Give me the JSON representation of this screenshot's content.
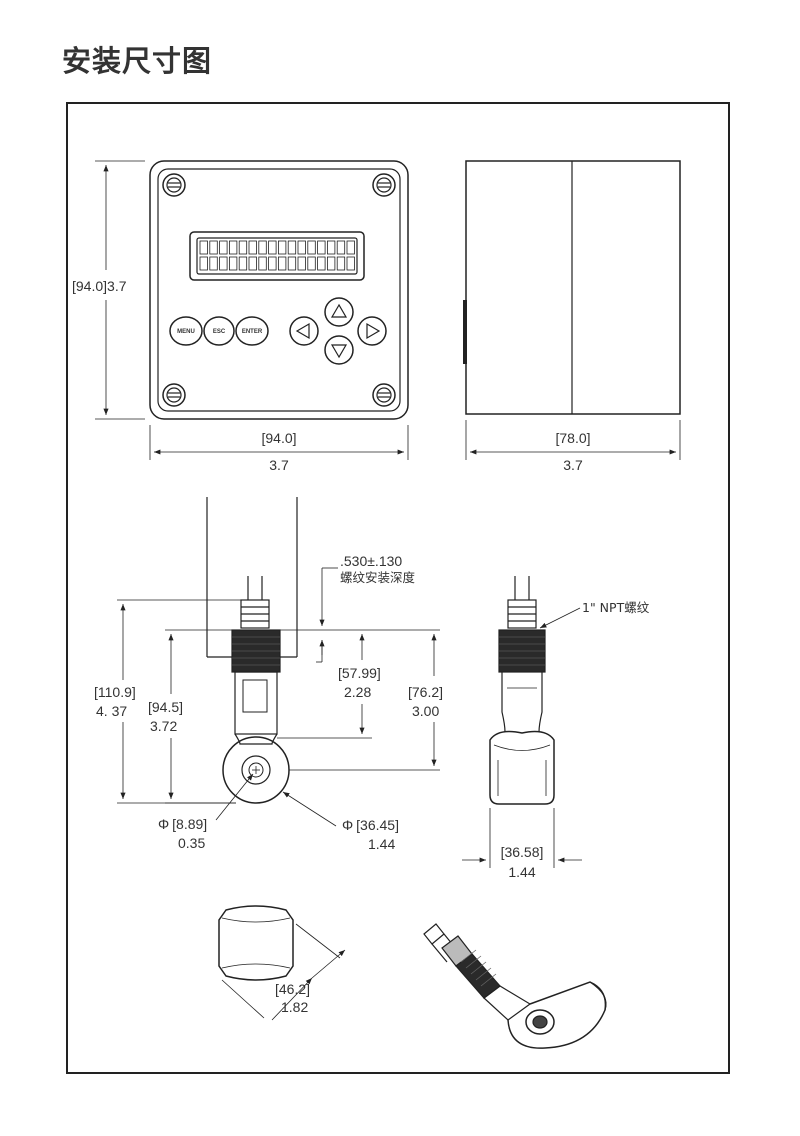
{
  "title": "安装尺寸图",
  "front_view": {
    "buttons": [
      "MENU",
      "ESC",
      "ENTER"
    ],
    "height_metric": "[94.0]",
    "height_imperial": "3.7",
    "width_metric": "[94.0]",
    "width_imperial": "3.7"
  },
  "side_view": {
    "depth_metric": "[78.0]",
    "depth_imperial": "3.7"
  },
  "sensor_front": {
    "thread_depth_value": ".530±.130",
    "thread_depth_label": "螺纹安装深度",
    "overall_metric": "[110.9]",
    "overall_imperial": "4. 37",
    "body_metric": "[94.5]",
    "body_imperial": "3.72",
    "thread_to_body_metric": "[57.99]",
    "thread_to_body_imperial": "2.28",
    "thread_to_center_metric": "[76.2]",
    "thread_to_center_imperial": "3.00",
    "bore_metric": "[8.89]",
    "bore_imperial": "0.35",
    "head_dia_metric": "[36.45]",
    "head_dia_imperial": "1.44",
    "phi_symbol": "Φ"
  },
  "sensor_side": {
    "thread_label": "1\" NPT螺纹",
    "head_width_metric": "[36.58]",
    "head_width_imperial": "1.44"
  },
  "head_view": {
    "diag_metric": "[46.2]",
    "diag_imperial": "1.82"
  }
}
